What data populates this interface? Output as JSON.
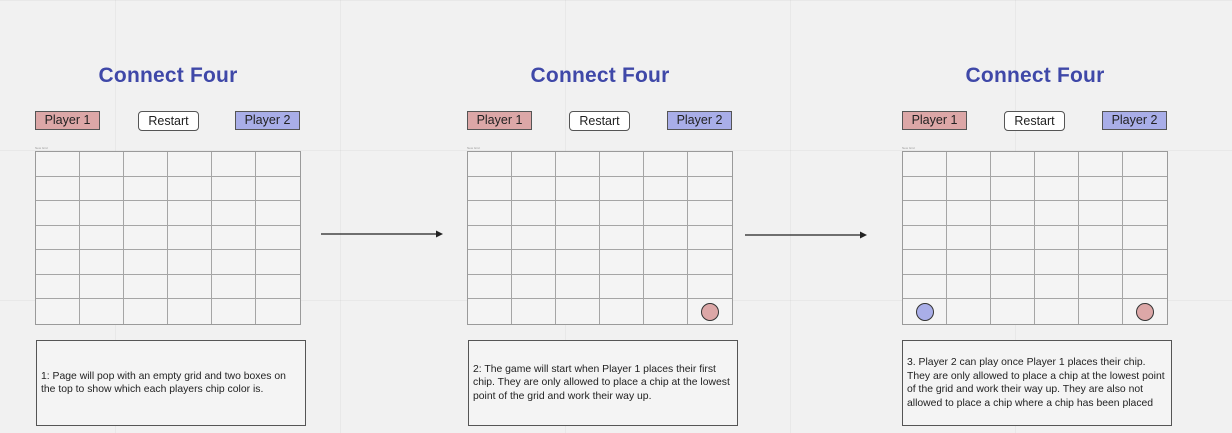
{
  "colors": {
    "title": "#3f48a8",
    "player1": "#dca7a7",
    "player2": "#a9aee8",
    "chip_player1": "#dca7a7",
    "chip_player2": "#a9aee8"
  },
  "grid": {
    "columns": 6,
    "rows": 7
  },
  "frames": [
    {
      "title": "Connect Four",
      "player1_label": "Player 1",
      "restart_label": "Restart",
      "player2_label": "Player 2",
      "tiny_label": "New Grid",
      "chips": [],
      "note": "1: Page will pop with an empty grid and two boxes on the top to show which each players chip color is."
    },
    {
      "title": "Connect Four",
      "player1_label": "Player 1",
      "restart_label": "Restart",
      "player2_label": "Player 2",
      "tiny_label": "New Grid",
      "chips": [
        {
          "row": 7,
          "col": 6,
          "player": 1
        }
      ],
      "note": "2: The game will start when Player 1 places their first chip. They are only allowed to place a chip at the lowest point of the grid and work their way up."
    },
    {
      "title": "Connect Four",
      "player1_label": "Player 1",
      "restart_label": "Restart",
      "player2_label": "Player 2",
      "tiny_label": "New Grid",
      "chips": [
        {
          "row": 7,
          "col": 1,
          "player": 2
        },
        {
          "row": 7,
          "col": 6,
          "player": 1
        }
      ],
      "note": "3. Player 2 can play once Player 1 places their chip. They are only allowed to place a chip at the lowest point of the grid and work their way up. They are also not allowed to place a chip where a chip has been placed"
    }
  ]
}
